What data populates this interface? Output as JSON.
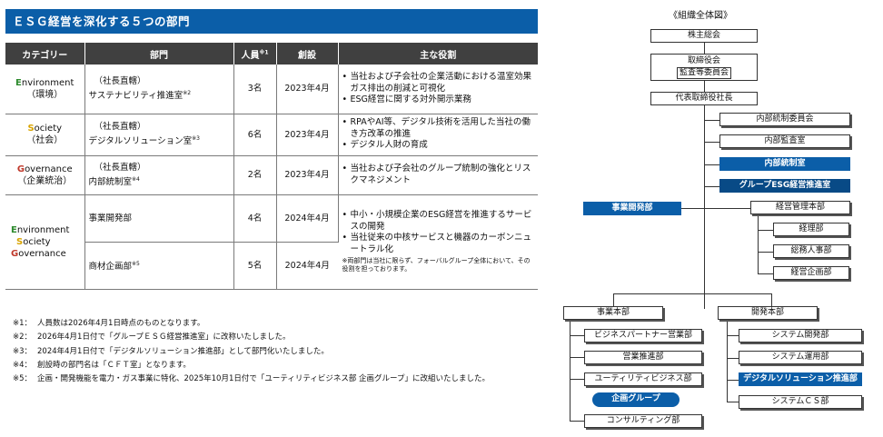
{
  "left": {
    "title": "ＥＳＧ経営を深化する５つの部門",
    "headers": {
      "category": "カテゴリー",
      "dept": "部門",
      "staff": "人員",
      "staff_mark": "※1",
      "founded": "創設",
      "role": "主な役割"
    },
    "rows": [
      {
        "cat_first": "E",
        "cat_rest": "nvironment",
        "cat_sub": "（環境）",
        "dept_line1": "（社長直轄）",
        "dept_line2": "サステナビリティ推進室",
        "dept_mark": "※2",
        "staff": "3名",
        "founded": "2023年4月",
        "roles": [
          "当社および子会社の企業活動における温室効果ガス排出の削減と可視化",
          "ESG経営に関する対外開示業務"
        ]
      },
      {
        "cat_first": "S",
        "cat_rest": "ociety",
        "cat_sub": "（社会）",
        "dept_line1": "（社長直轄）",
        "dept_line2": "デジタルソリューション室",
        "dept_mark": "※3",
        "staff": "6名",
        "founded": "2023年4月",
        "roles": [
          "RPAやAI等、デジタル技術を活用した当社の働き方改革の推進",
          "デジタル人財の育成"
        ]
      },
      {
        "cat_first": "G",
        "cat_rest": "overnance",
        "cat_sub": "（企業統治）",
        "dept_line1": "（社長直轄）",
        "dept_line2": "内部統制室",
        "dept_mark": "※4",
        "staff": "2名",
        "founded": "2023年4月",
        "roles": [
          "当社および子会社のグループ統制の強化とリスクマネジメント"
        ]
      }
    ],
    "combined": {
      "cat_lines": [
        {
          "first": "E",
          "rest": "nvironment"
        },
        {
          "first": "S",
          "rest": "ociety"
        },
        {
          "first": "G",
          "rest": "overnance"
        }
      ],
      "dept_a": "事業開発部",
      "staff_a": "4名",
      "founded_a": "2024年4月",
      "dept_b": "商材企画部",
      "dept_b_mark": "※5",
      "staff_b": "5名",
      "founded_b": "2024年4月",
      "roles": [
        "中小・小規模企業のESG経営を推進するサービスの開発",
        "当社従来の中核サービスと機器のカーボンニュートラル化"
      ],
      "note": "※両部門は当社に限らず、フォーバルグループ全体において、その役割を担っております。"
    },
    "footnotes": [
      {
        "mark": "※1：",
        "text": "人員数は2026年4月1日時点のものとなります。"
      },
      {
        "mark": "※2：",
        "text": "2026年4月1日付で「グループＥＳＧ経営推進室」に改称いたしました。"
      },
      {
        "mark": "※3：",
        "text": "2024年4月1日付で「デジタルソリューション推進部」として部門化いたしました。"
      },
      {
        "mark": "※4：",
        "text": "創設時の部門名は「ＣＦＴ室」となります。"
      },
      {
        "mark": "※5：",
        "text": "企画・開発機能を電力・ガス事業に特化、2025年10月1日付で「ユーティリティビジネス部 企画グループ」に改組いたしました。"
      }
    ]
  },
  "org": {
    "title": "《組織全体図》",
    "shareholders": "株主総会",
    "board": "取締役会",
    "audit": "監査等委員会",
    "ceo": "代表取締役社長",
    "committee": "内部統制委員会",
    "internal_audit": "内部監査室",
    "internal_control": "内部統制室",
    "esg_office": "グループESG経営推進室",
    "biz_dev": "事業開発部",
    "mgmt": "経営管理本部",
    "mgmt_children": [
      "経理部",
      "総務人事部",
      "経営企画部"
    ],
    "business": "事業本部",
    "business_children": [
      "ビジネスパートナー営業部",
      "営業推進部",
      "ユーティリティビジネス部"
    ],
    "planning_group": "企画グループ",
    "consulting": "コンサルティング部",
    "development": "開発本部",
    "development_children": [
      "システム開発部",
      "システム運用部",
      "デジタルソリューション推進部",
      "システムＣＳ部"
    ]
  }
}
